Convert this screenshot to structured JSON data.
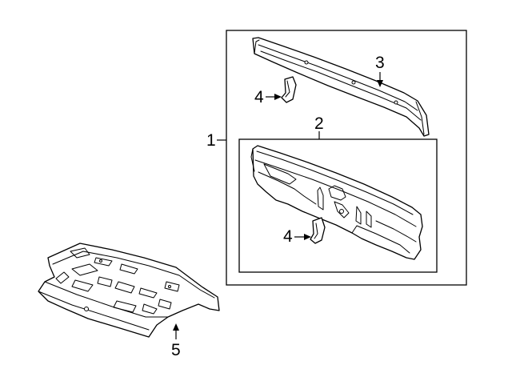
{
  "callouts": {
    "c1": "1",
    "c2": "2",
    "c3": "3",
    "c4_upper": "4",
    "c4_lower": "4",
    "c5": "5"
  }
}
